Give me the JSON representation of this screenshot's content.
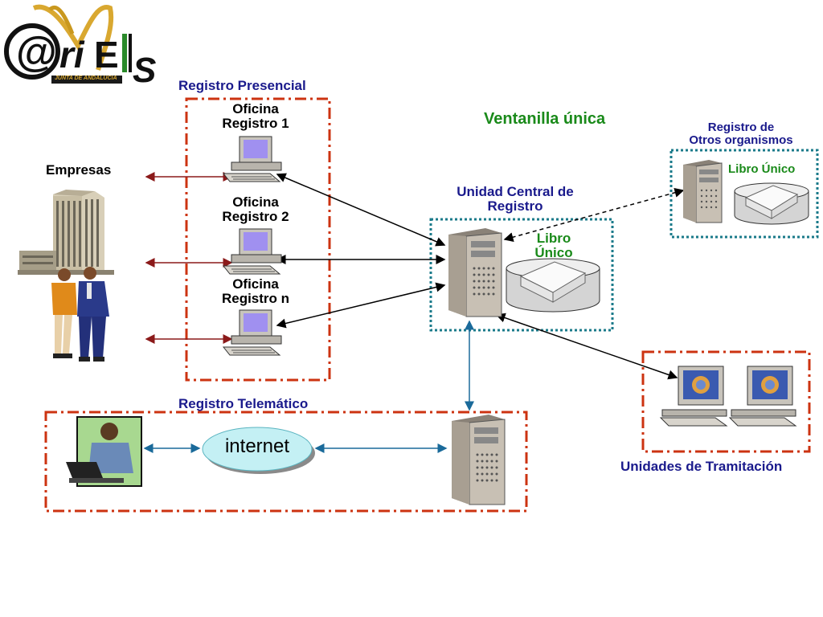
{
  "logo": {
    "text": "@riES",
    "subtext": "JUNTA DE ANDALUCIA"
  },
  "labels": {
    "registro_presencial": "Registro Presencial",
    "oficina1": "Oficina\nRegistro 1",
    "oficina2": "Oficina\nRegistro 2",
    "oficinan": "Oficina\nRegistro n",
    "empresas": "Empresas",
    "ventanilla": "Ventanilla única",
    "unidad_central": "Unidad Central de\nRegistro",
    "libro_unico_central": "Libro\nÚnico",
    "otros_organismos": "Registro de\nOtros organismos",
    "libro_unico_otros": "Libro Único",
    "registro_telematico": "Registro Telemático",
    "internet": "internet",
    "unidades_tramitacion": "Unidades de Tramitación"
  },
  "icons": [
    "building-icon",
    "people-icon",
    "pc-icon",
    "server-icon",
    "book-disk-icon",
    "laptop-user-icon",
    "workstation-icon"
  ],
  "colors": {
    "title_blue": "#1a1a8c",
    "accent_green": "#1a8a1a",
    "dashed_red": "#cc3311",
    "dotted_teal": "#1a7a8a",
    "arrow_red": "#8b1a1a"
  }
}
